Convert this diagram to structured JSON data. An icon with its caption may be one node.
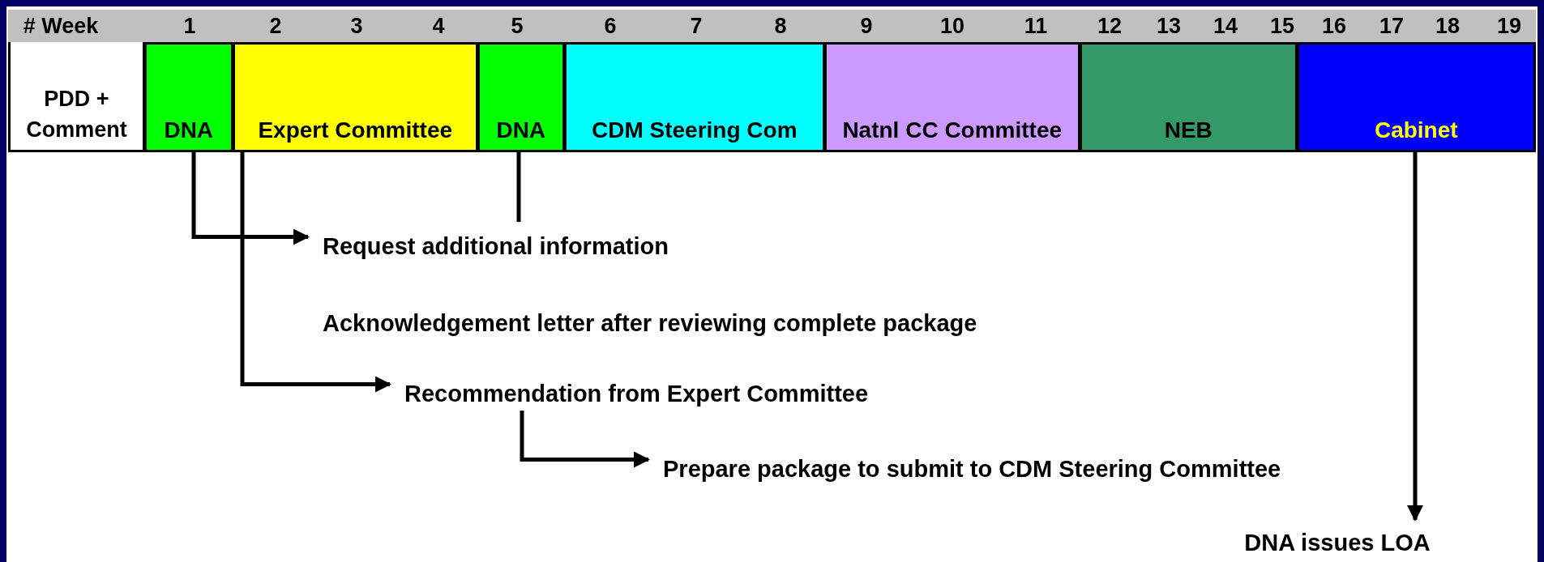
{
  "diagram": {
    "nodes": [
      {
        "text": [
          "PDD + Comment"
        ]
      },
      {
        "text": [
          "DNA"
        ]
      },
      {
        "text": [
          "Expert Committee"
        ]
      },
      {
        "text": [
          "DNA"
        ]
      },
      {
        "text": [
          "CDM Steering Com"
        ]
      },
      {
        "text": [
          "Natnl CC Committee"
        ]
      },
      {
        "text": [
          "NEB"
        ]
      },
      {
        "text": [
          "Cabinet"
        ]
      },
      {
        "text": [
          "Request additional information"
        ]
      },
      {
        "text": [
          "Acknowledgement letter after reviewing complete package"
        ]
      },
      {
        "text": [
          "Recommendation from Expert Committee"
        ]
      },
      {
        "text": [
          "Prepare package to submit to CDM Steering Committee"
        ]
      },
      {
        "text": [
          "DNA issues LOA"
        ]
      }
    ],
    "edges": [
      {
        "from": 1,
        "to": 8,
        "arrow": "to"
      },
      {
        "from": 3,
        "to": 8,
        "arrow": "none"
      },
      {
        "from": 2,
        "to": 10,
        "arrow": "to"
      },
      {
        "from": 10,
        "to": 11,
        "arrow": "to"
      },
      {
        "from": 7,
        "to": 12,
        "arrow": "to"
      }
    ],
    "labels": [
      "# Week",
      "1",
      "2",
      "3",
      "4",
      "5",
      "6",
      "7",
      "8",
      "9",
      "10",
      "11",
      "12",
      "13",
      "14",
      "15",
      "16",
      "17",
      "18",
      "19"
    ]
  }
}
